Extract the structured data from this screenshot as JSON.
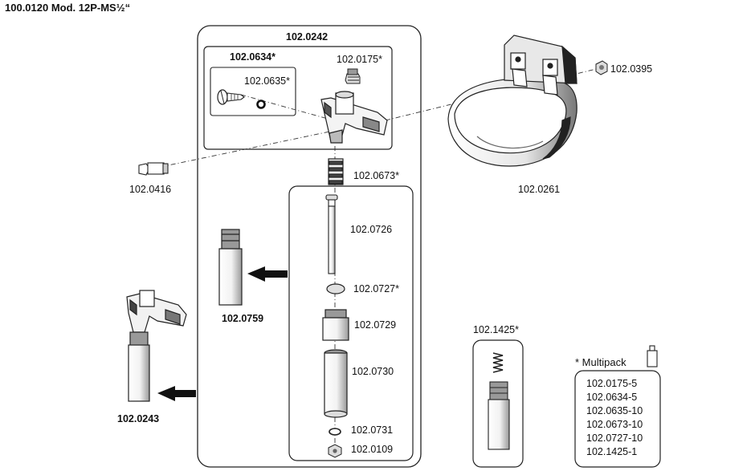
{
  "title": "100.0120 Mod. 12P-MS½“",
  "assembly_label": "102.0242",
  "parts": {
    "p0634": "102.0634*",
    "p0175": "102.0175*",
    "p0635": "102.0635*",
    "p0395": "102.0395",
    "p0416": "102.0416",
    "p0261": "102.0261",
    "p0673": "102.0673*",
    "p0726": "102.0726",
    "p0759": "102.0759",
    "p0727": "102.0727*",
    "p0729": "102.0729",
    "p1425": "102.1425*",
    "p0730": "102.0730",
    "p0243": "102.0243",
    "p0731": "102.0731",
    "p0109": "102.0109"
  },
  "multipack": {
    "title": "* Multipack",
    "items": [
      "102.0175-5",
      "102.0634-5",
      "102.0635-10",
      "102.0673-10",
      "102.0727-10",
      "102.1425-1"
    ]
  },
  "icons": [
    "package-icon",
    "arrow-left-icon",
    "bowl-icon",
    "valve-icon",
    "screw-icon"
  ]
}
